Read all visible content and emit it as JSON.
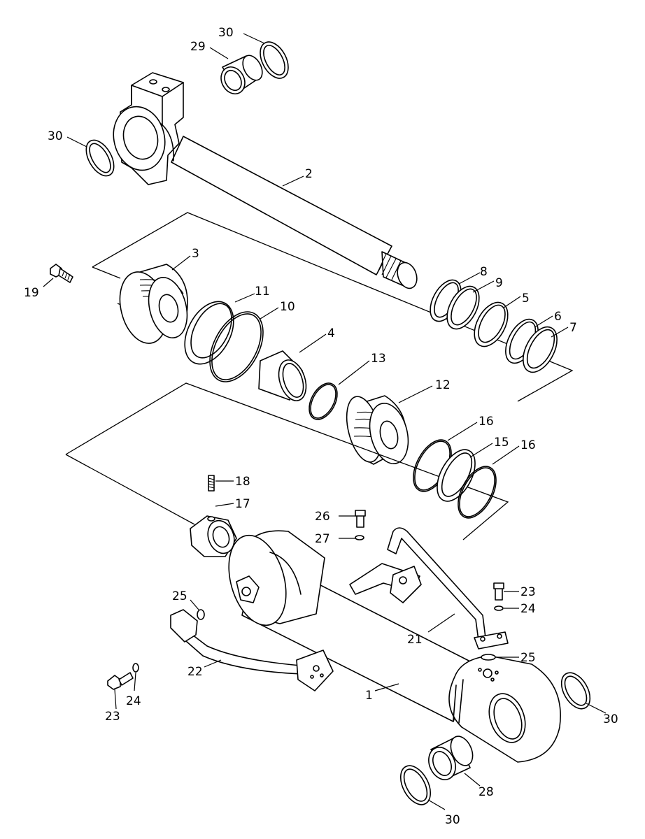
{
  "diagram": {
    "callouts": [
      {
        "id": "c30a",
        "text": "30"
      },
      {
        "id": "c29",
        "text": "29"
      },
      {
        "id": "c30b",
        "text": "30"
      },
      {
        "id": "c2",
        "text": "2"
      },
      {
        "id": "c3",
        "text": "3"
      },
      {
        "id": "c19",
        "text": "19"
      },
      {
        "id": "c11",
        "text": "11"
      },
      {
        "id": "c10",
        "text": "10"
      },
      {
        "id": "c8",
        "text": "8"
      },
      {
        "id": "c9",
        "text": "9"
      },
      {
        "id": "c5",
        "text": "5"
      },
      {
        "id": "c6",
        "text": "6"
      },
      {
        "id": "c7",
        "text": "7"
      },
      {
        "id": "c4",
        "text": "4"
      },
      {
        "id": "c13",
        "text": "13"
      },
      {
        "id": "c12",
        "text": "12"
      },
      {
        "id": "c16a",
        "text": "16"
      },
      {
        "id": "c15",
        "text": "15"
      },
      {
        "id": "c16b",
        "text": "16"
      },
      {
        "id": "c18",
        "text": "18"
      },
      {
        "id": "c17",
        "text": "17"
      },
      {
        "id": "c26",
        "text": "26"
      },
      {
        "id": "c27",
        "text": "27"
      },
      {
        "id": "c23a",
        "text": "23"
      },
      {
        "id": "c24a",
        "text": "24"
      },
      {
        "id": "c25a",
        "text": "25"
      },
      {
        "id": "c21",
        "text": "21"
      },
      {
        "id": "c25b",
        "text": "25"
      },
      {
        "id": "c22",
        "text": "22"
      },
      {
        "id": "c1",
        "text": "1"
      },
      {
        "id": "c30c",
        "text": "30"
      },
      {
        "id": "c23b",
        "text": "23"
      },
      {
        "id": "c24b",
        "text": "24"
      },
      {
        "id": "c28",
        "text": "28"
      },
      {
        "id": "c30d",
        "text": "30"
      }
    ]
  }
}
